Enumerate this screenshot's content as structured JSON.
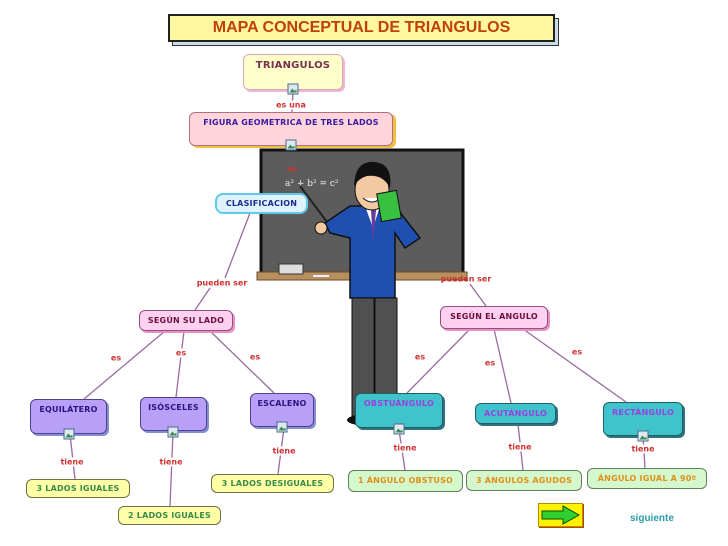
{
  "title": "MAPA CONCEPTUAL DE TRIANGULOS",
  "nodes": {
    "root": "TRIANGULOS",
    "figura": "FIGURA GEOMETRICA DE TRES LADOS",
    "clasificacion": "CLASIFICACION",
    "segun_lado": "SEGÚN SU LADO",
    "segun_angulo": "SEGÚN EL ANGULO",
    "equilatero": "EQUILÁTERO",
    "isosceles": "ISÓSCELES",
    "escaleno": "ESCALENO",
    "obstuangulo": "OBSTUÁNGULO",
    "acutangulo": "ACUTÁNGULO",
    "rectangulo": "RECTÁNGULO",
    "tres_iguales": "3 LADOS IGUALES",
    "dos_iguales": "2 LADOS IGUALES",
    "tres_desiguales": "3 LADOS DESIGUALES",
    "un_obtuso": "1 ÁNGULO OBSTUSO",
    "tres_agudos": "3 ÁNGULOS AGUDOS",
    "igual_90": "ÁNGULO IGUAL A 90º"
  },
  "links": {
    "es_una": "es una",
    "su": "su",
    "pueden_ser": "pueden ser",
    "es": "es",
    "tiene": "tiene"
  },
  "chalkboard_formula": "a² + b² = c²",
  "navigation": {
    "next_icon": "right-arrow-icon",
    "next_label": "siguiente"
  },
  "colors": {
    "title_text": "#c0400a",
    "link_text": "#d03030",
    "next_text": "#2a9aaa"
  }
}
